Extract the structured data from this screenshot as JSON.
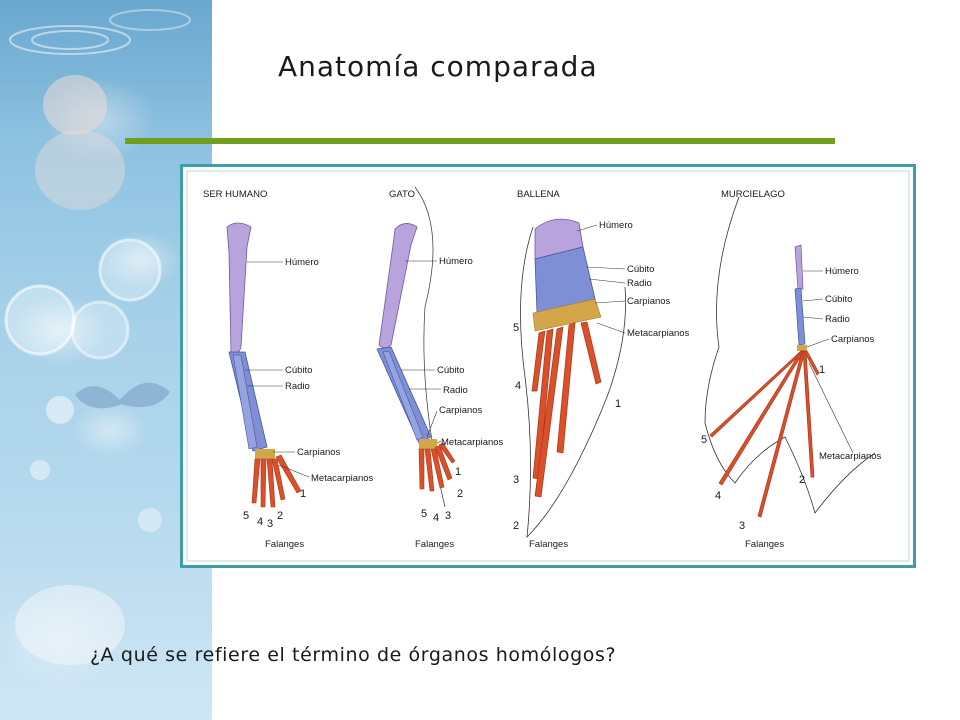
{
  "slide": {
    "title": "Anatomía comparada",
    "question": "¿A qué se refiere el término de órganos homólogos?",
    "accent_color": "#6f9f1c",
    "frame_color": "#3e9ea6"
  },
  "figure": {
    "panels": [
      {
        "header": "SER HUMANO",
        "labels": [
          "Húmero",
          "Cúbito",
          "Radio",
          "Carpianos",
          "Metacarpianos",
          "Falanges"
        ],
        "digit_numbers": [
          "1",
          "2",
          "3",
          "4",
          "5"
        ]
      },
      {
        "header": "GATO",
        "labels": [
          "Húmero",
          "Cúbito",
          "Radio",
          "Carpianos",
          "Metacarpianos",
          "Falanges"
        ],
        "digit_numbers": [
          "1",
          "2",
          "3",
          "4",
          "5"
        ]
      },
      {
        "header": "BALLENA",
        "labels": [
          "Húmero",
          "Cúbito",
          "Radio",
          "Carpianos",
          "Metacarpianos",
          "Falanges"
        ],
        "digit_numbers": [
          "1",
          "2",
          "3",
          "4",
          "5"
        ]
      },
      {
        "header": "MURCIELAGO",
        "labels": [
          "Húmero",
          "Cúbito",
          "Radio",
          "Carpianos",
          "Metacarpianos",
          "Falanges"
        ],
        "digit_numbers": [
          "1",
          "2",
          "3",
          "4",
          "5"
        ]
      }
    ],
    "bone_colors": {
      "humerus": "#b9a3dd",
      "forearm": "#7f8fd6",
      "carpals": "#d4a64a",
      "digits": "#d9502a"
    }
  }
}
